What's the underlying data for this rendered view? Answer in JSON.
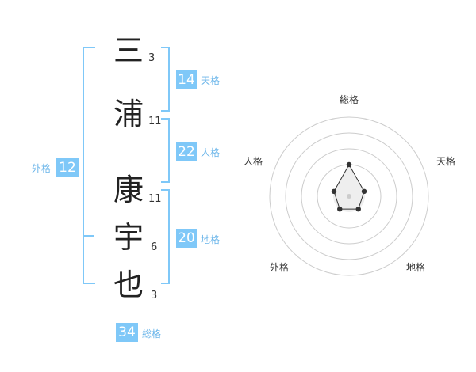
{
  "name": {
    "characters": [
      {
        "char": "三",
        "strokes": "3"
      },
      {
        "char": "浦",
        "strokes": "11"
      },
      {
        "char": "康",
        "strokes": "11"
      },
      {
        "char": "宇",
        "strokes": "6"
      },
      {
        "char": "也",
        "strokes": "3"
      }
    ]
  },
  "fortune": {
    "tenkaku": {
      "label": "天格",
      "value": "14"
    },
    "jinkaku": {
      "label": "人格",
      "value": "22"
    },
    "chikaku": {
      "label": "地格",
      "value": "20"
    },
    "gaikaku": {
      "label": "外格",
      "value": "12"
    },
    "soukaku": {
      "label": "総格",
      "value": "34"
    }
  },
  "chart_data": {
    "type": "radar",
    "axes": [
      "総格",
      "天格",
      "地格",
      "外格",
      "人格"
    ],
    "values": [
      2,
      1,
      1,
      1,
      1
    ],
    "max": 5,
    "rings": 4,
    "colors": {
      "line": "#333333",
      "fill": "#eeeeee",
      "grid": "#cccccc"
    }
  }
}
